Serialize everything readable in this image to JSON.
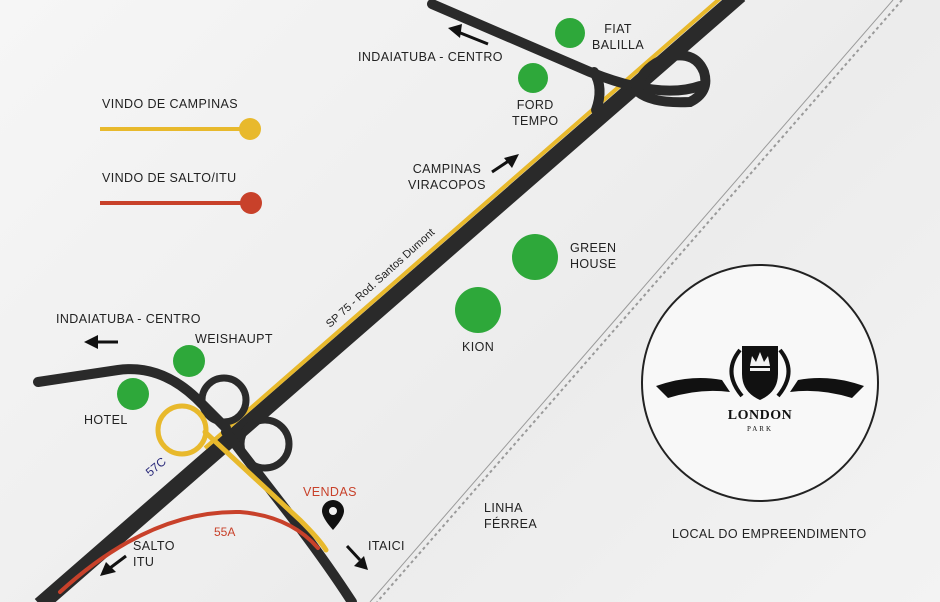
{
  "legend": {
    "campinas_label": "VINDO DE CAMPINAS",
    "campinas_color": "#e8b92c",
    "salto_label": "VINDO DE SALTO/ITU",
    "salto_color": "#c8412a"
  },
  "road_labels": {
    "highway": "SP 75 - Rod. Santos Dumont",
    "r57c": "57C",
    "r55a": "55A",
    "rail": "LINHA\nFÉRREA"
  },
  "directions": {
    "indaiatuba_top": "INDAIATUBA - CENTRO",
    "campinas": "CAMPINAS\nVIRACOPOS",
    "indaiatuba_left": "INDAIATUBA - CENTRO",
    "salto": "SALTO\nITU",
    "itaici": "ITAICI"
  },
  "places": {
    "fiat": "FIAT\nBALILLA",
    "ford": "FORD\nTEMPO",
    "green_house": "GREEN\nHOUSE",
    "kion": "KION",
    "weishaupt": "WEISHAUPT",
    "hotel": "HOTEL",
    "vendas": "VENDAS"
  },
  "logo": {
    "name": "LONDON",
    "sub": "PARK",
    "caption": "LOCAL DO EMPREENDIMENTO"
  },
  "colors": {
    "road": "#2a2a2a",
    "yellow": "#e8b92c",
    "red": "#c8412a",
    "marker": "#2ea83a",
    "rail": "#9a9a9a",
    "highway_shield": "#2a2a7a"
  }
}
